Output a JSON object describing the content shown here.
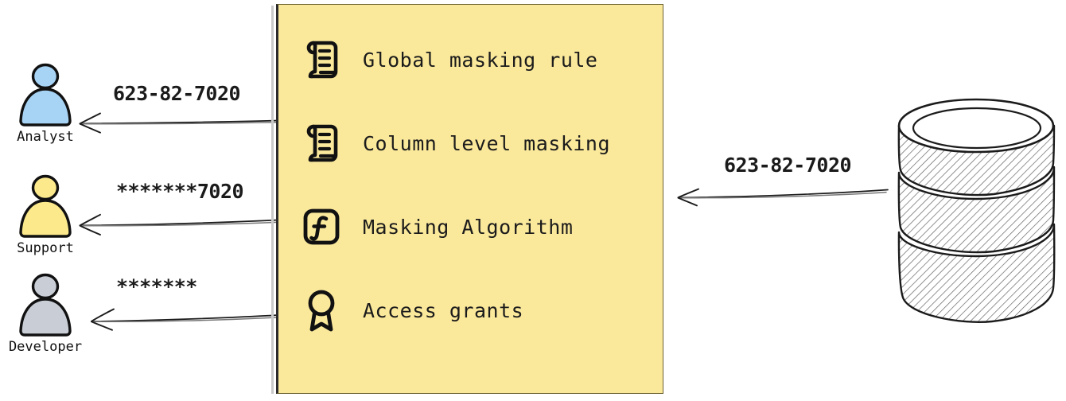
{
  "diagram": {
    "type": "data-masking-flow",
    "background_color": "#ffffff",
    "actors": [
      {
        "id": "analyst",
        "label": "Analyst",
        "icon": "person-icon",
        "color": "#A7D3F5",
        "outflow_label": "623-82-7020",
        "masking": "none"
      },
      {
        "id": "support",
        "label": "Support",
        "icon": "person-icon",
        "color": "#FBE98C",
        "outflow_label": "*******7020",
        "masking": "partial"
      },
      {
        "id": "developer",
        "label": "Developer",
        "icon": "person-icon",
        "color": "#C9CED6",
        "outflow_label": "*******",
        "masking": "full"
      }
    ],
    "policy_card": {
      "background_color": "#FAE89B",
      "items": [
        {
          "label": "Global masking rule",
          "icon": "scroll-icon"
        },
        {
          "label": "Column level masking",
          "icon": "scroll-icon"
        },
        {
          "label": "Masking Algorithm",
          "icon": "function-icon"
        },
        {
          "label": "Access grants",
          "icon": "award-ribbon-icon"
        }
      ]
    },
    "source": {
      "id": "database",
      "icon": "database-cylinder-icon",
      "inflow_label": "623-82-7020"
    },
    "arrow_direction": "right-to-left"
  }
}
